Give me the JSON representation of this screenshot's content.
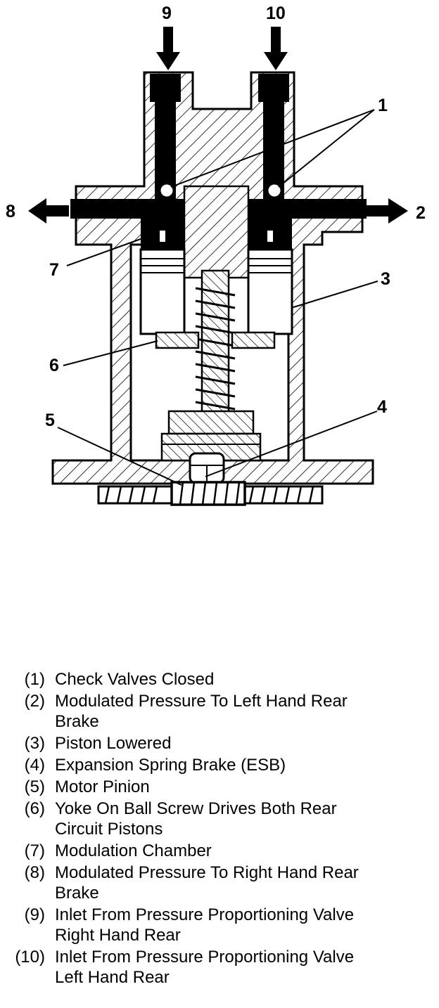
{
  "callouts": {
    "c1": "1",
    "c2": "2",
    "c3": "3",
    "c4": "4",
    "c5": "5",
    "c6": "6",
    "c7": "7",
    "c8": "8",
    "c9": "9",
    "c10": "10"
  },
  "legend": [
    {
      "num": "(1)",
      "text": "Check Valves Closed"
    },
    {
      "num": "(2)",
      "text": "Modulated Pressure To Left Hand Rear Brake"
    },
    {
      "num": "(3)",
      "text": "Piston Lowered"
    },
    {
      "num": "(4)",
      "text": "Expansion Spring Brake (ESB)"
    },
    {
      "num": "(5)",
      "text": "Motor Pinion"
    },
    {
      "num": "(6)",
      "text": "Yoke On Ball Screw Drives Both Rear Circuit Pistons"
    },
    {
      "num": "(7)",
      "text": "Modulation Chamber"
    },
    {
      "num": "(8)",
      "text": "Modulated Pressure To Right Hand Rear Brake"
    },
    {
      "num": "(9)",
      "text": "Inlet From Pressure Proportioning Valve Right Hand Rear"
    },
    {
      "num": "(10)",
      "text": "Inlet From Pressure Proportioning Valve Left Hand Rear"
    }
  ]
}
